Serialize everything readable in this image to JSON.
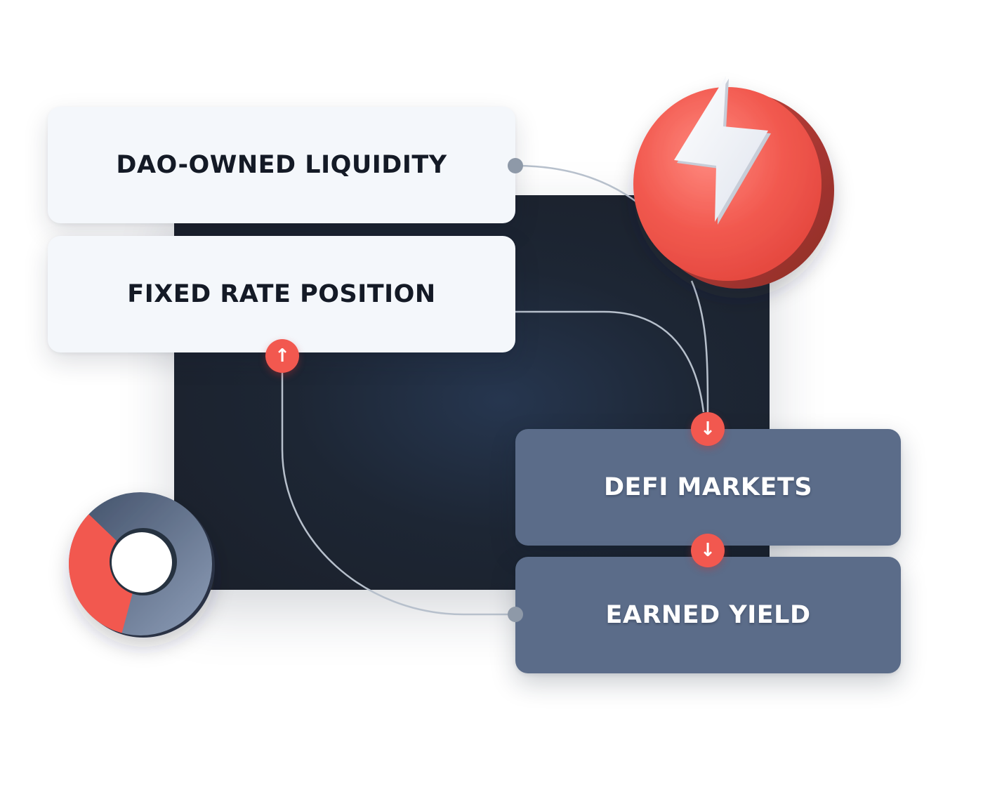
{
  "cards": {
    "dao_owned_liquidity": "DAO-OWNED LIQUIDITY",
    "fixed_rate_position": "FIXED RATE POSITION",
    "defi_markets": "DEFI MARKETS",
    "earned_yield": "EARNED YIELD"
  },
  "badges": {
    "up_arrow": "↑",
    "down_arrow_1": "↓",
    "down_arrow_2": "↓"
  },
  "icons": {
    "lightning_coin": "lightning-bolt-icon",
    "donut": "donut-chart-icon"
  },
  "donut": {
    "red_share": 0.33,
    "slate_share": 0.67
  },
  "colors": {
    "accent_red": "#f2584f",
    "slate": "#5b6c89",
    "light_card": "#f4f7fb",
    "dark_text": "#141a26",
    "connector": "#b7c0cc",
    "backdrop": "#1d2634"
  }
}
